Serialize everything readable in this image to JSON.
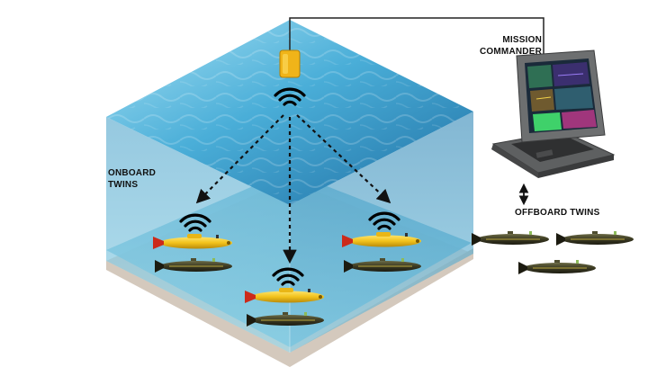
{
  "labels": {
    "mission_line1": "MISSION",
    "mission_line2": "COMMANDER",
    "onboard_line1": "ONBOARD",
    "onboard_line2": "TWINS",
    "offboard": "OFFBOARD TWINS"
  },
  "colors": {
    "water_top_light": "#8fd6ee",
    "water_top_dark": "#2b86b8",
    "water_front": "#5ab8d8",
    "water_side": "#3e9cc7",
    "seabed": "#e8dfd6",
    "auv_yellow": "#f2c21b",
    "auv_dark": "#3b3a22",
    "modem": "#f0b419",
    "laptop_body": "#6d6f70",
    "cable": "#222222"
  },
  "icons": {
    "modem": "acoustic-modem-icon",
    "signal": "wifi-signal-icon",
    "laptop": "laptop-icon",
    "auv": "auv-vehicle-icon"
  }
}
